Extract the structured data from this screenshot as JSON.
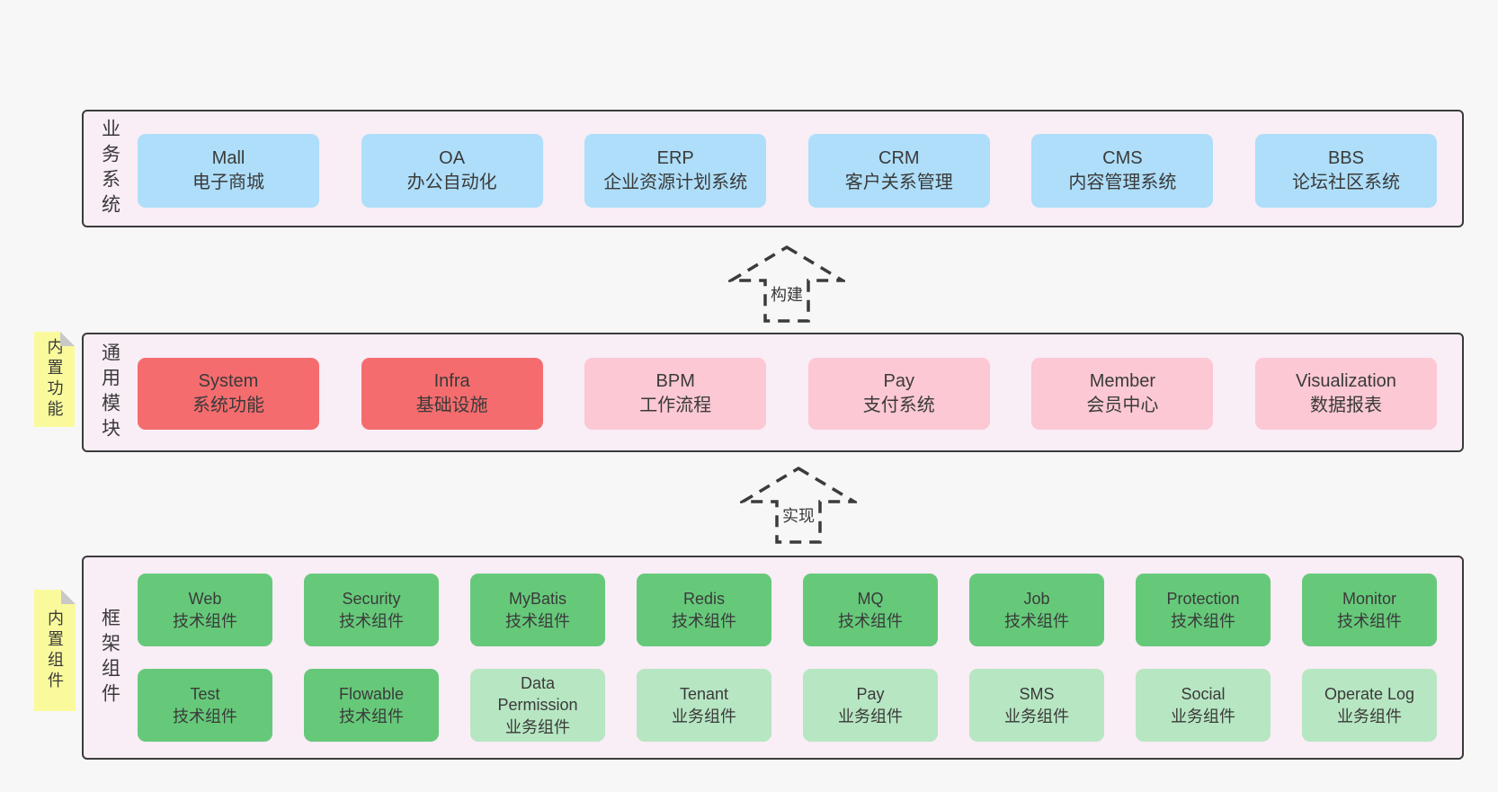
{
  "colors": {
    "page_bg": "#f7f7f7",
    "section_bg": "#f9edf6",
    "section_border": "#3b3b3b",
    "blue_box": "#aedef9",
    "red_box": "#f56c6e",
    "pink_box": "#fbc8d3",
    "green_box": "#66c97a",
    "light_green_box": "#b7e6c2",
    "sticky_yellow": "#fafa9d",
    "text": "#3a3a3a"
  },
  "sections": [
    {
      "label": "业务系统",
      "boxes": [
        {
          "title": "Mall",
          "subtitle": "电子商城"
        },
        {
          "title": "OA",
          "subtitle": "办公自动化"
        },
        {
          "title": "ERP",
          "subtitle": "企业资源计划系统"
        },
        {
          "title": "CRM",
          "subtitle": "客户关系管理"
        },
        {
          "title": "CMS",
          "subtitle": "内容管理系统"
        },
        {
          "title": "BBS",
          "subtitle": "论坛社区系统"
        }
      ]
    },
    {
      "label": "通用模块",
      "sticky_note": "内置功能",
      "boxes": [
        {
          "title": "System",
          "subtitle": "系统功能"
        },
        {
          "title": "Infra",
          "subtitle": "基础设施"
        },
        {
          "title": "BPM",
          "subtitle": "工作流程"
        },
        {
          "title": "Pay",
          "subtitle": "支付系统"
        },
        {
          "title": "Member",
          "subtitle": "会员中心"
        },
        {
          "title": "Visualization",
          "subtitle": "数据报表"
        }
      ]
    },
    {
      "label": "框架组件",
      "sticky_note": "内置组件",
      "row1": [
        {
          "title": "Web",
          "subtitle": "技术组件"
        },
        {
          "title": "Security",
          "subtitle": "技术组件"
        },
        {
          "title": "MyBatis",
          "subtitle": "技术组件"
        },
        {
          "title": "Redis",
          "subtitle": "技术组件"
        },
        {
          "title": "MQ",
          "subtitle": "技术组件"
        },
        {
          "title": "Job",
          "subtitle": "技术组件"
        },
        {
          "title": "Protection",
          "subtitle": "技术组件"
        },
        {
          "title": "Monitor",
          "subtitle": "技术组件"
        }
      ],
      "row2": [
        {
          "title": "Test",
          "subtitle": "技术组件"
        },
        {
          "title": "Flowable",
          "subtitle": "技术组件"
        },
        {
          "title": "Data Permission",
          "subtitle": "业务组件"
        },
        {
          "title": "Tenant",
          "subtitle": "业务组件"
        },
        {
          "title": "Pay",
          "subtitle": "业务组件"
        },
        {
          "title": "SMS",
          "subtitle": "业务组件"
        },
        {
          "title": "Social",
          "subtitle": "业务组件"
        },
        {
          "title": "Operate Log",
          "subtitle": "业务组件"
        }
      ]
    }
  ],
  "arrows": [
    {
      "label": "构建"
    },
    {
      "label": "实现"
    }
  ]
}
